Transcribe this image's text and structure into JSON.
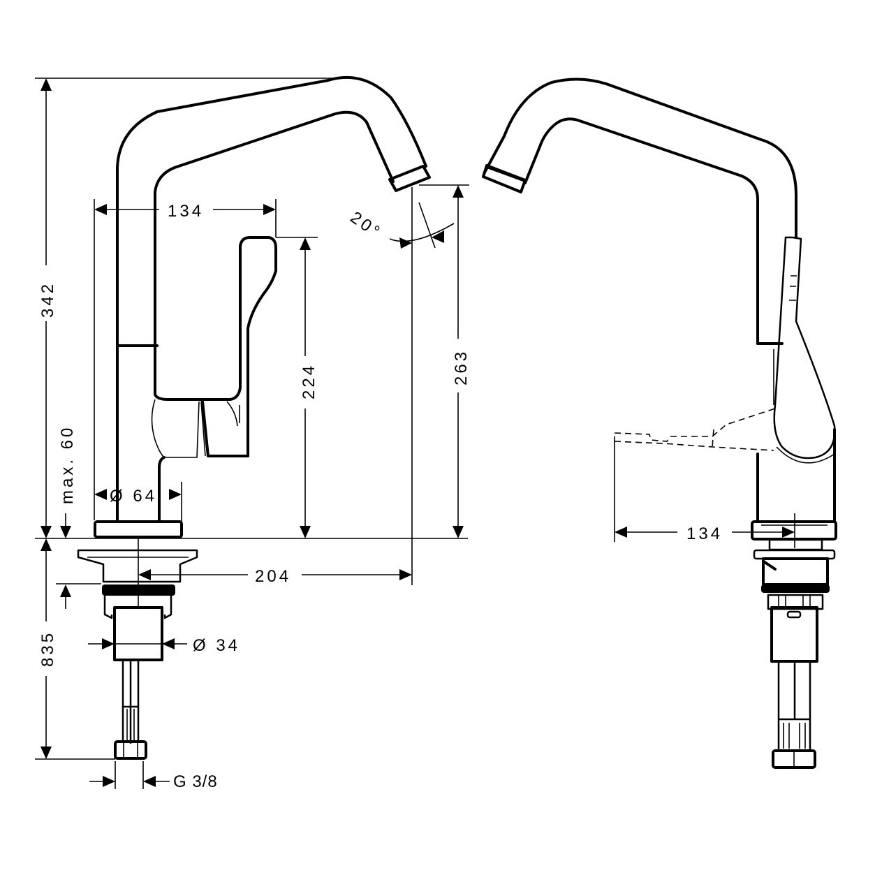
{
  "drawing": {
    "title": "Kitchen mixer dimensional drawing",
    "views": [
      "front-view",
      "side-view"
    ],
    "dimensions": {
      "overall_height": "342",
      "spout_reach_inner": "134",
      "handle_height": "224",
      "spout_outlet_height": "263",
      "swivel_angle": "20°",
      "max_deck_thickness": "max. 60",
      "base_diameter": "Ø 64",
      "spout_projection": "204",
      "hose_length": "835",
      "shank_diameter": "Ø 34",
      "connection_thread": "G 3/8",
      "lever_clearance": "134"
    },
    "colors": {
      "line": "#000000",
      "background": "#ffffff"
    }
  }
}
